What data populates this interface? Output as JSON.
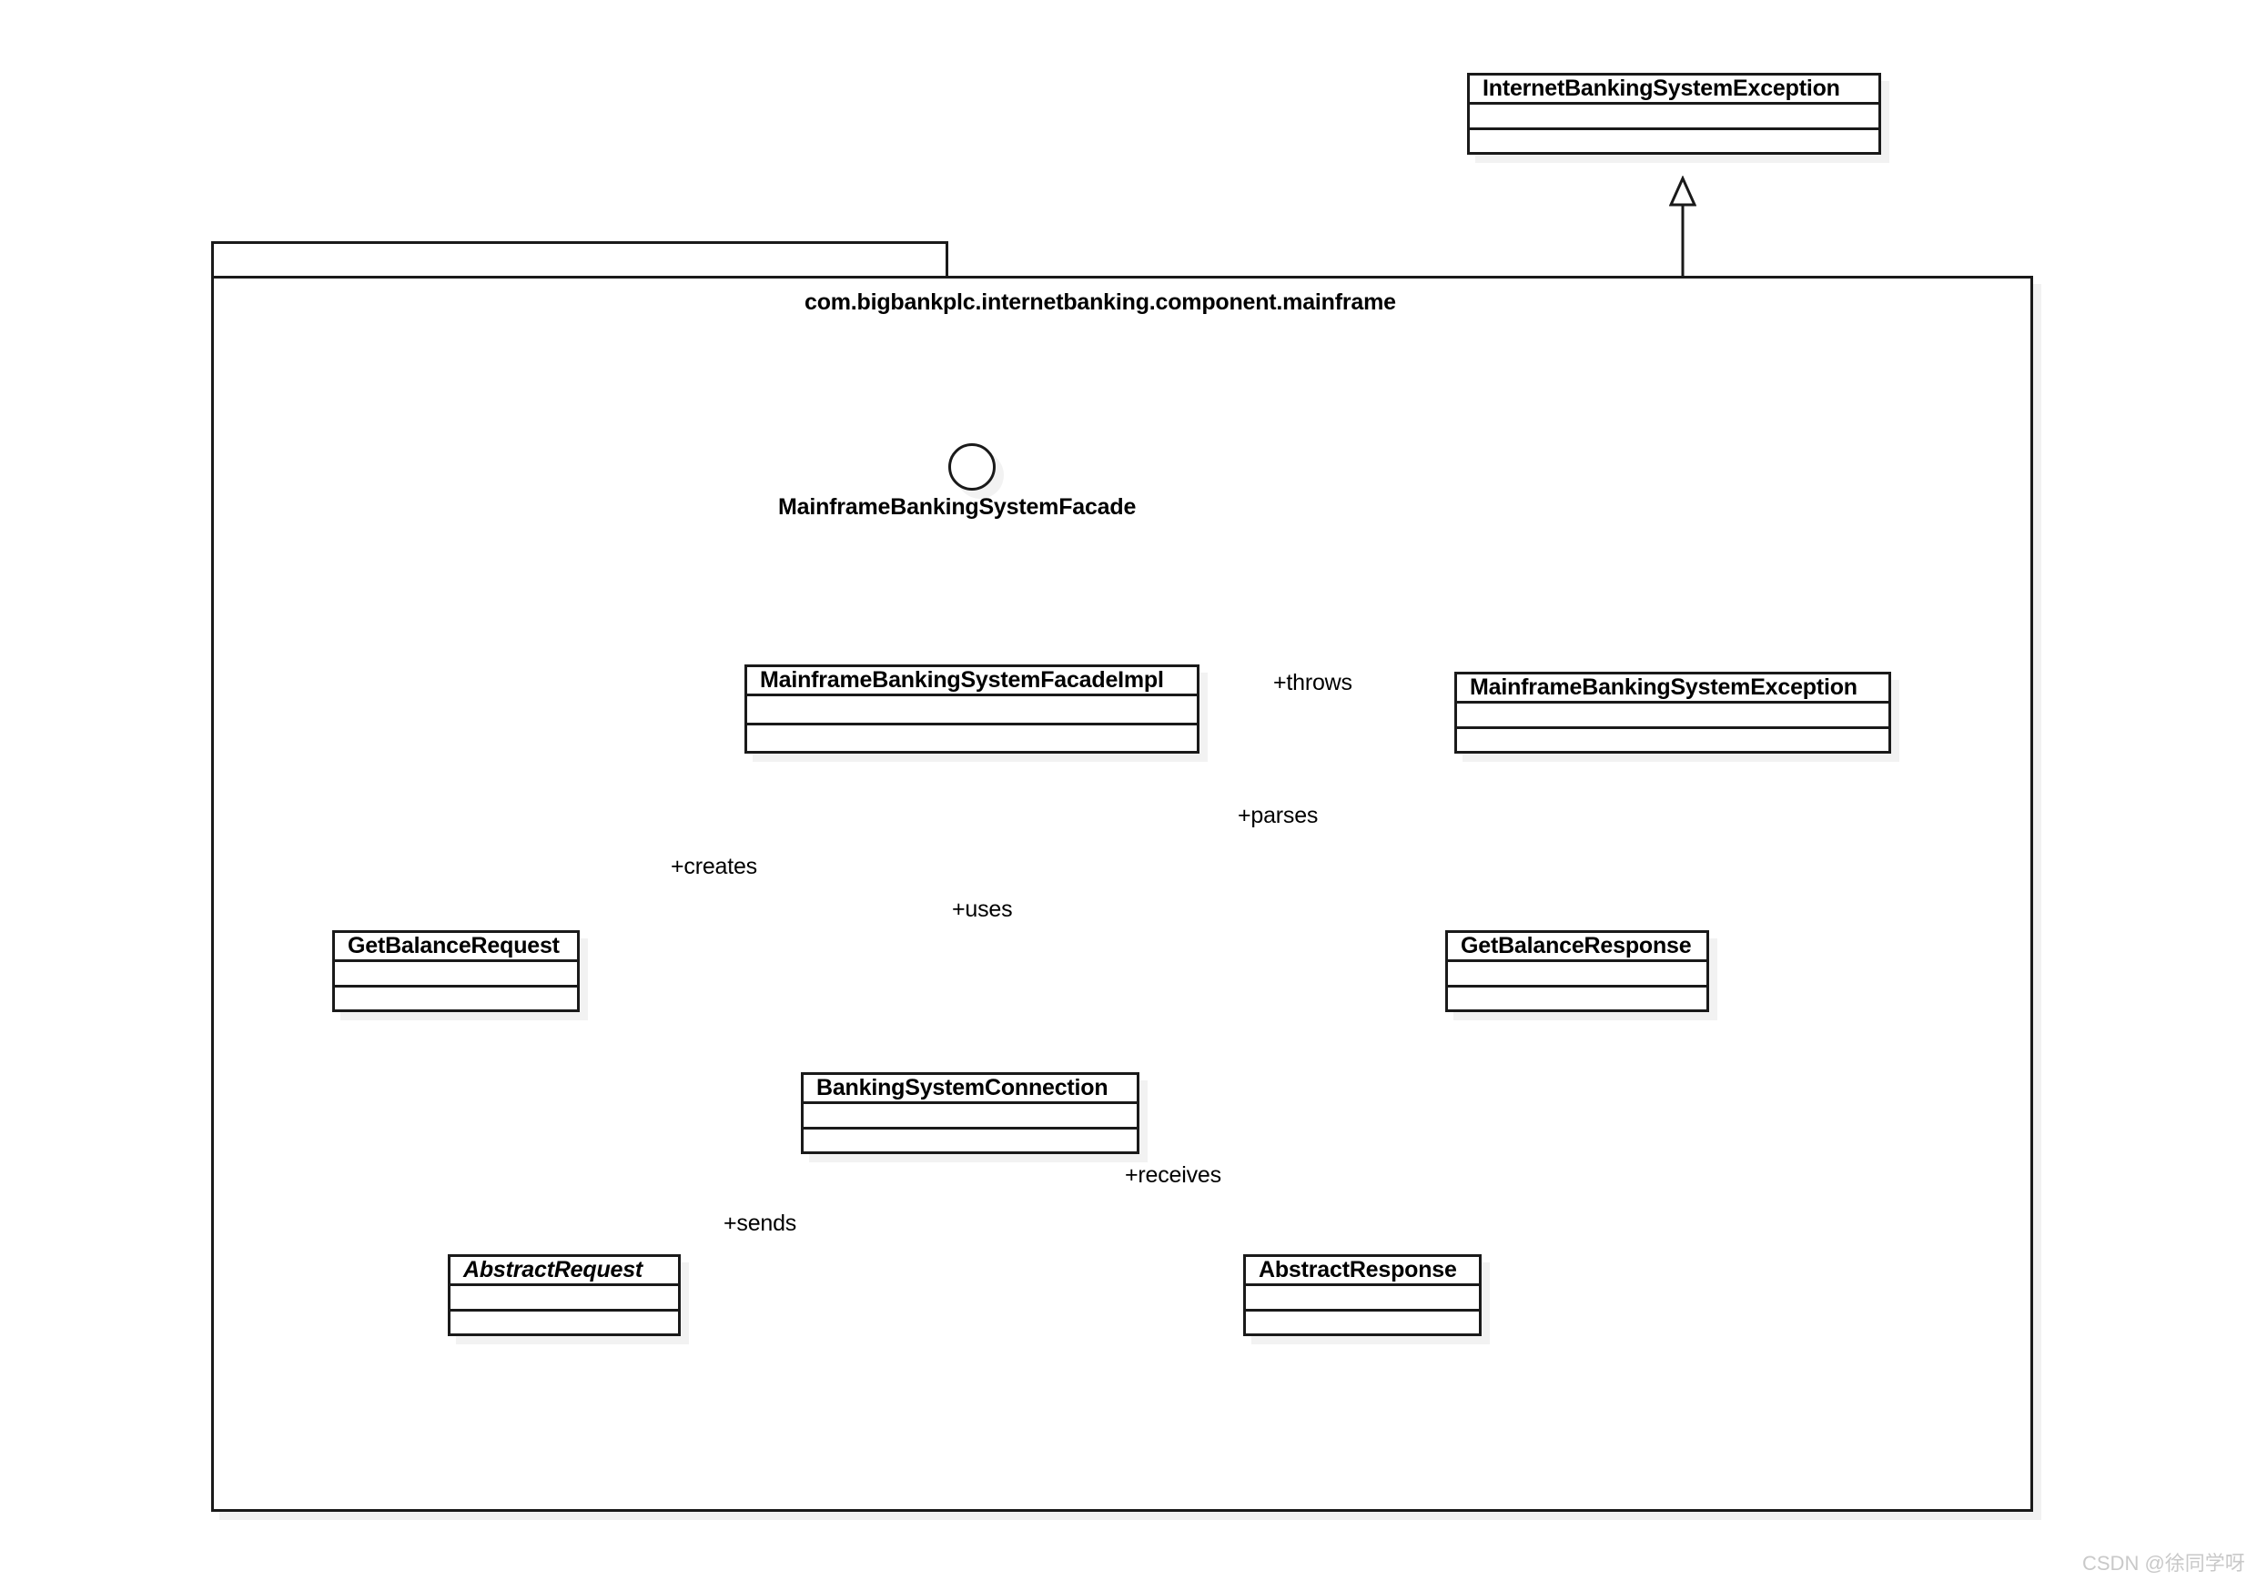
{
  "diagram": {
    "type": "uml-class-diagram",
    "watermark": "CSDN @徐同学呀"
  },
  "package": {
    "name": "com.bigbankplc.internetbanking.component.mainframe"
  },
  "interface": {
    "name": "MainframeBankingSystemFacade",
    "notation": "lollipop"
  },
  "classes": [
    {
      "id": "internet-banking-system-exception",
      "name": "InternetBankingSystemException",
      "abstract": false,
      "inside_package": false
    },
    {
      "id": "mainframe-banking-system-facade-impl",
      "name": "MainframeBankingSystemFacadeImpl",
      "abstract": false,
      "inside_package": true
    },
    {
      "id": "mainframe-banking-system-exception",
      "name": "MainframeBankingSystemException",
      "abstract": false,
      "inside_package": true
    },
    {
      "id": "get-balance-request",
      "name": "GetBalanceRequest",
      "abstract": false,
      "inside_package": true
    },
    {
      "id": "get-balance-response",
      "name": "GetBalanceResponse",
      "abstract": false,
      "inside_package": true
    },
    {
      "id": "banking-system-connection",
      "name": "BankingSystemConnection",
      "abstract": false,
      "inside_package": true
    },
    {
      "id": "abstract-request",
      "name": "AbstractRequest",
      "abstract": true,
      "inside_package": true
    },
    {
      "id": "abstract-response",
      "name": "AbstractResponse",
      "abstract": false,
      "inside_package": true
    }
  ],
  "relationships": [
    {
      "id": "rel-throws",
      "from": "mainframe-banking-system-facade-impl",
      "to": "mainframe-banking-system-exception",
      "kind": "dependency",
      "label": "+throws"
    },
    {
      "id": "rel-creates",
      "from": "mainframe-banking-system-facade-impl",
      "to": "get-balance-request",
      "kind": "dependency",
      "label": "+creates"
    },
    {
      "id": "rel-uses",
      "from": "mainframe-banking-system-facade-impl",
      "to": "banking-system-connection",
      "kind": "dependency",
      "label": "+uses"
    },
    {
      "id": "rel-parses",
      "from": "mainframe-banking-system-facade-impl",
      "to": "get-balance-response",
      "kind": "dependency",
      "label": "+parses"
    },
    {
      "id": "rel-sends",
      "from": "banking-system-connection",
      "to": "abstract-request",
      "kind": "dependency",
      "label": "+sends"
    },
    {
      "id": "rel-receives",
      "from": "banking-system-connection",
      "to": "abstract-response",
      "kind": "dependency",
      "label": "+receives"
    },
    {
      "id": "rel-gen-request",
      "from": "get-balance-request",
      "to": "abstract-request",
      "kind": "generalization",
      "label": ""
    },
    {
      "id": "rel-gen-response",
      "from": "get-balance-response",
      "to": "abstract-response",
      "kind": "generalization",
      "label": ""
    },
    {
      "id": "rel-gen-exception",
      "from": "mainframe-banking-system-exception",
      "to": "internet-banking-system-exception",
      "kind": "generalization",
      "label": ""
    },
    {
      "id": "rel-realization",
      "from": "mainframe-banking-system-facade-impl",
      "to": "interface-lollipop",
      "kind": "realization-ball",
      "label": ""
    }
  ],
  "edge_labels": {
    "throws": "+throws",
    "creates": "+creates",
    "uses": "+uses",
    "parses": "+parses",
    "sends": "+sends",
    "receives": "+receives"
  },
  "colors": {
    "stroke": "#1a1a1a",
    "fill": "#ffffff",
    "shadow": "#f2f2f2",
    "text": "#000000",
    "watermark": "#c9c9c9"
  }
}
